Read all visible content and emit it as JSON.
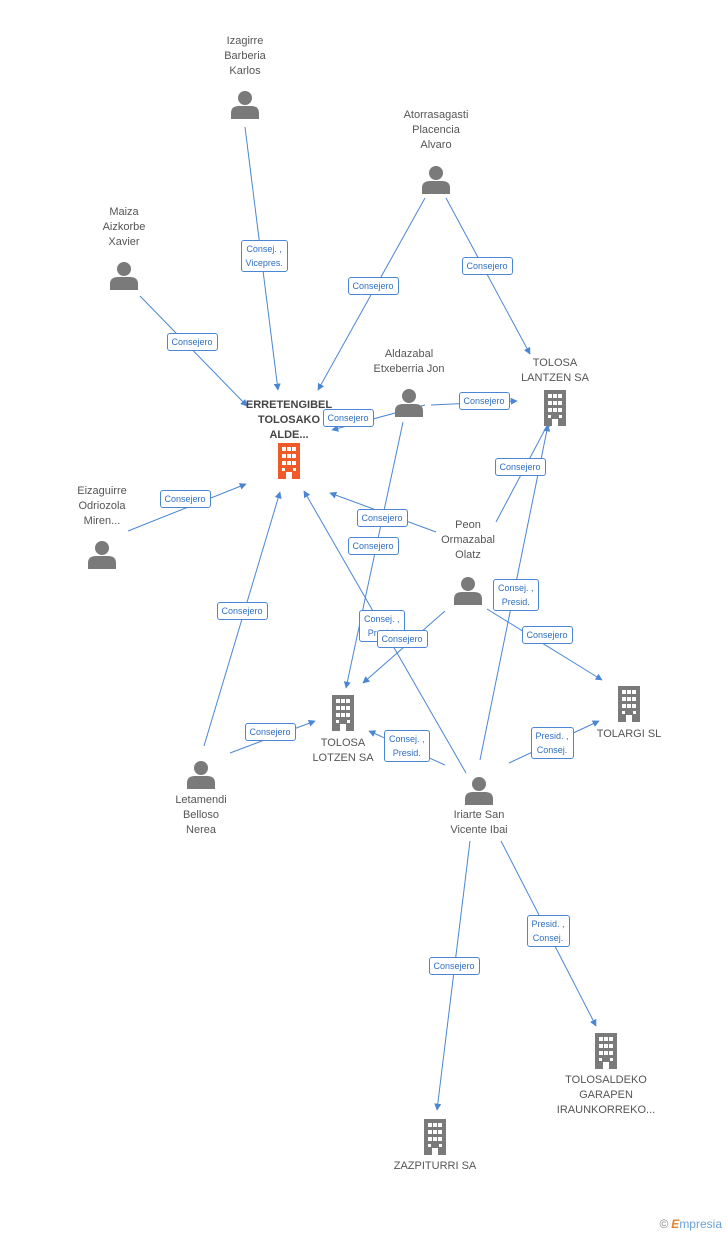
{
  "colors": {
    "edge": "#4a86d4",
    "person": "#7a7a7a",
    "company": "#7a7a7a",
    "main_company": "#f05a28"
  },
  "nodes": [
    {
      "id": "main",
      "type": "company",
      "main": true,
      "label": [
        "ERRETENGIBEL",
        "TOLOSAKO",
        "ALDE..."
      ],
      "icon": "building-icon"
    },
    {
      "id": "izagirre",
      "type": "person",
      "label": [
        "Izagirre",
        "Barberia",
        "Karlos"
      ],
      "icon": "person-icon"
    },
    {
      "id": "atorrasagasti",
      "type": "person",
      "label": [
        "Atorrasagasti",
        "Placencia",
        "Alvaro"
      ],
      "icon": "person-icon"
    },
    {
      "id": "maiza",
      "type": "person",
      "label": [
        "Maiza",
        "Aizkorbe",
        "Xavier"
      ],
      "icon": "person-icon"
    },
    {
      "id": "aldazabal",
      "type": "person",
      "label": [
        "Aldazabal",
        "Etxeberria Jon"
      ],
      "icon": "person-icon"
    },
    {
      "id": "tolosa_lantzen",
      "type": "company",
      "label": [
        "TOLOSA",
        "LANTZEN SA"
      ],
      "icon": "building-icon"
    },
    {
      "id": "eizaguirre",
      "type": "person",
      "label": [
        "Eizaguirre",
        "Odriozola",
        "Miren..."
      ],
      "icon": "person-icon"
    },
    {
      "id": "peon",
      "type": "person",
      "label": [
        "Peon",
        "Ormazabal",
        "Olatz"
      ],
      "icon": "person-icon"
    },
    {
      "id": "tolosa_lotzen",
      "type": "company",
      "label": [
        "TOLOSA",
        "LOTZEN SA"
      ],
      "icon": "building-icon"
    },
    {
      "id": "tolargi",
      "type": "company",
      "label": [
        "TOLARGI SL"
      ],
      "icon": "building-icon"
    },
    {
      "id": "letamendi",
      "type": "person",
      "label": [
        "Letamendi",
        "Belloso",
        "Nerea"
      ],
      "icon": "person-icon"
    },
    {
      "id": "iriarte",
      "type": "person",
      "label": [
        "Iriarte San",
        "Vicente Ibai"
      ],
      "icon": "person-icon"
    },
    {
      "id": "tolosaldeko",
      "type": "company",
      "label": [
        "TOLOSALDEKO",
        "GARAPEN",
        "IRAUNKORREKO..."
      ],
      "icon": "building-icon"
    },
    {
      "id": "zazpiturri",
      "type": "company",
      "label": [
        "ZAZPITURRI SA"
      ],
      "icon": "building-icon"
    }
  ],
  "edges": [
    {
      "from": "izagirre",
      "to": "main",
      "label": [
        "Consej. ,",
        "Vicepres."
      ]
    },
    {
      "from": "atorrasagasti",
      "to": "main",
      "label": [
        "Consejero"
      ]
    },
    {
      "from": "atorrasagasti",
      "to": "tolosa_lantzen",
      "label": [
        "Consejero"
      ]
    },
    {
      "from": "maiza",
      "to": "main",
      "label": [
        "Consejero"
      ]
    },
    {
      "from": "aldazabal",
      "to": "main",
      "label": [
        "Consejero"
      ]
    },
    {
      "from": "aldazabal",
      "to": "tolosa_lantzen",
      "label": [
        "Consejero"
      ]
    },
    {
      "from": "aldazabal",
      "to": "tolosa_lotzen",
      "label": [
        "Consejero"
      ]
    },
    {
      "from": "eizaguirre",
      "to": "main",
      "label": [
        "Consejero"
      ]
    },
    {
      "from": "peon",
      "to": "main",
      "label": [
        "Consejero"
      ]
    },
    {
      "from": "peon",
      "to": "tolosa_lantzen",
      "label": [
        "Consejero"
      ]
    },
    {
      "from": "peon",
      "to": "tolosa_lotzen",
      "label": [
        "Consej. ,",
        "Presid."
      ]
    },
    {
      "from": "peon",
      "to": "tolargi",
      "label": [
        "Consejero"
      ]
    },
    {
      "from": "letamendi",
      "to": "main",
      "label": [
        "Consejero"
      ]
    },
    {
      "from": "letamendi",
      "to": "tolosa_lotzen",
      "label": [
        "Consejero"
      ]
    },
    {
      "from": "iriarte",
      "to": "main",
      "label": [
        "Consejero"
      ]
    },
    {
      "from": "iriarte",
      "to": "tolosa_lantzen",
      "label": [
        "Consej. ,",
        "Presid."
      ]
    },
    {
      "from": "iriarte",
      "to": "tolosa_lotzen",
      "label": [
        "Consej. ,",
        "Presid."
      ]
    },
    {
      "from": "iriarte",
      "to": "tolargi",
      "label": [
        "Presid. ,",
        "Consej."
      ]
    },
    {
      "from": "iriarte",
      "to": "tolosaldeko",
      "label": [
        "Presid. ,",
        "Consej."
      ]
    },
    {
      "from": "iriarte",
      "to": "zazpiturri",
      "label": [
        "Consejero"
      ]
    }
  ],
  "footer": {
    "copyright": "©",
    "brand_first": "E",
    "brand_rest": "mpresia"
  }
}
